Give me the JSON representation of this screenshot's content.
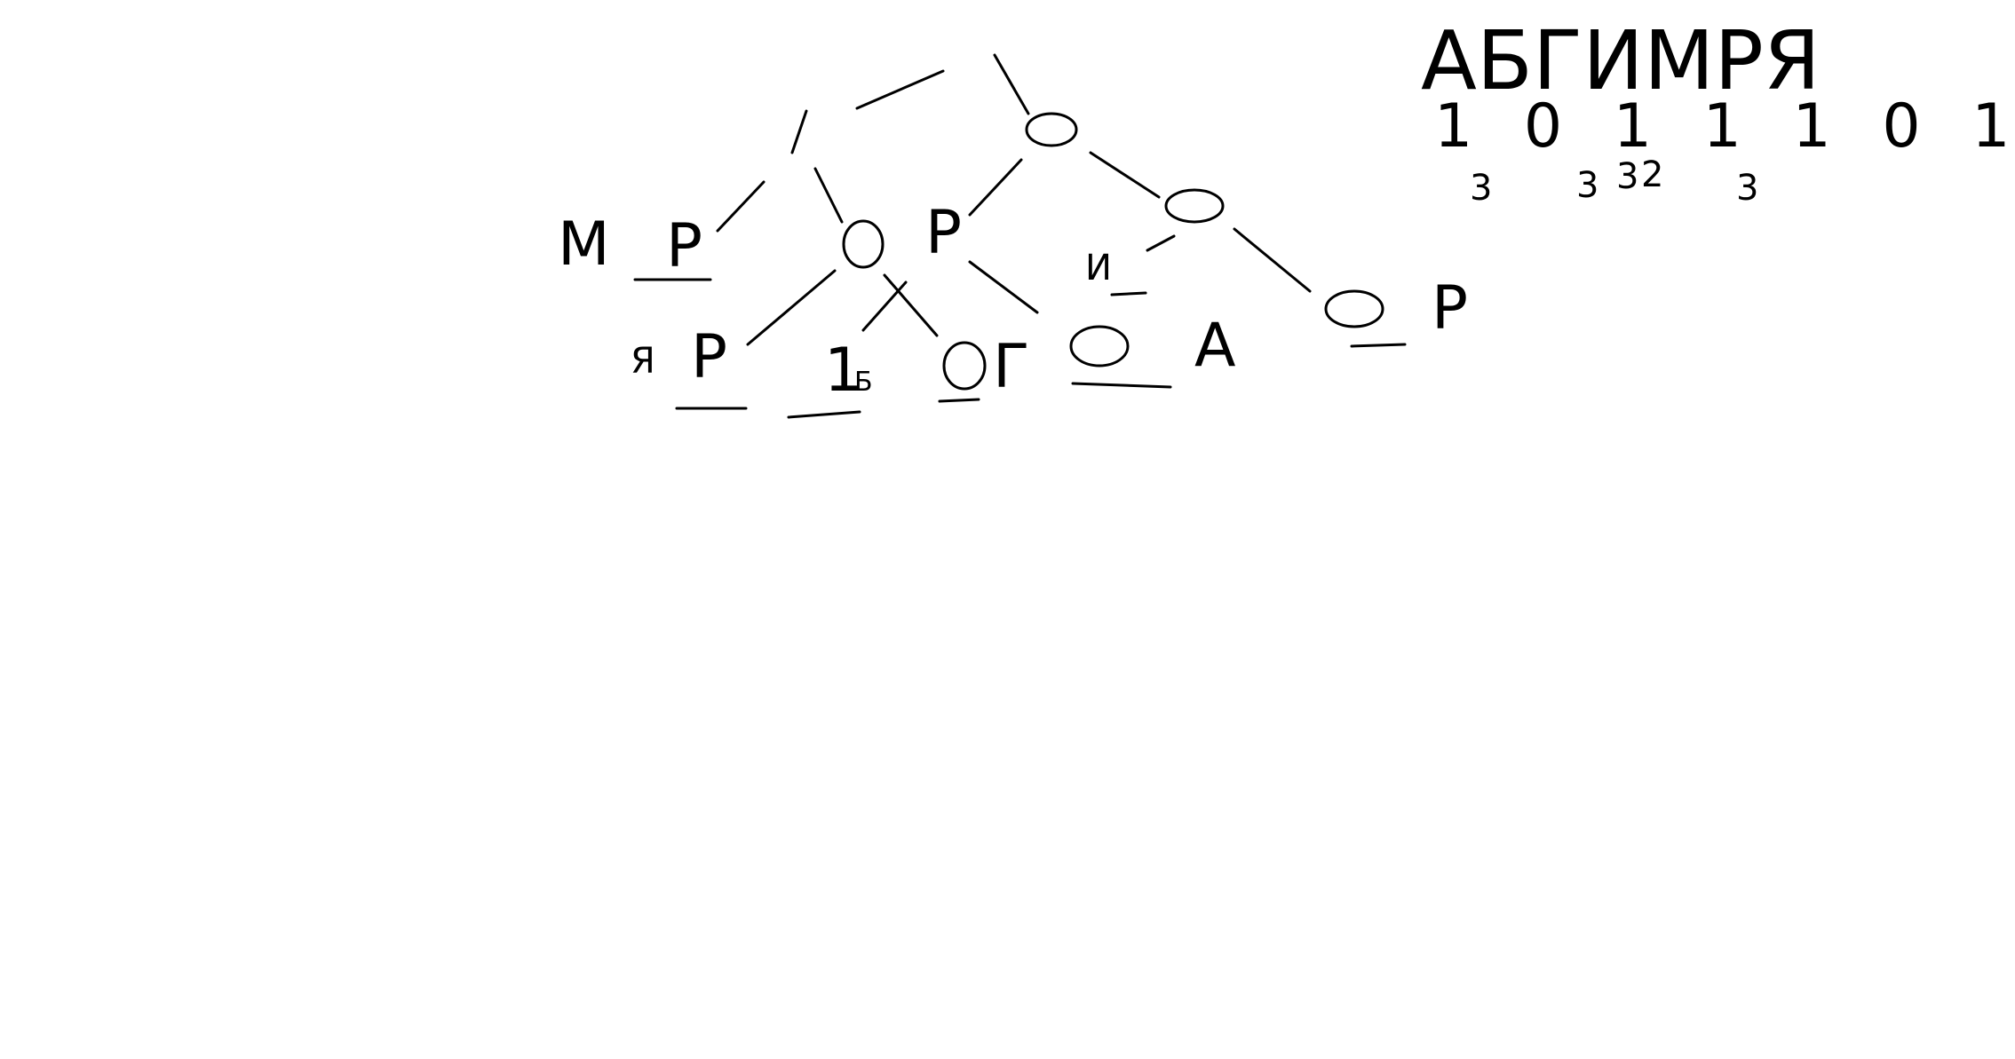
{
  "diagram": {
    "alphabet_row": "АБГИМРЯ",
    "code_row": "1 0 1 1 1 0 1",
    "subscripts": [
      "3",
      "3",
      "3",
      "2",
      "3"
    ],
    "leaf_labels": {
      "m": "М",
      "r_top": "Р",
      "r_mid": "Р",
      "ya": "Я",
      "r_low": "Р",
      "one_b": "1",
      "b_small": "Б",
      "g": "Г",
      "i": "И",
      "a": "А",
      "r_right": "Р"
    },
    "node_markers": [
      "О",
      "О",
      "О",
      "О",
      "О",
      "О"
    ]
  },
  "colors": {
    "ink": "#000000",
    "background": "#ffffff"
  }
}
